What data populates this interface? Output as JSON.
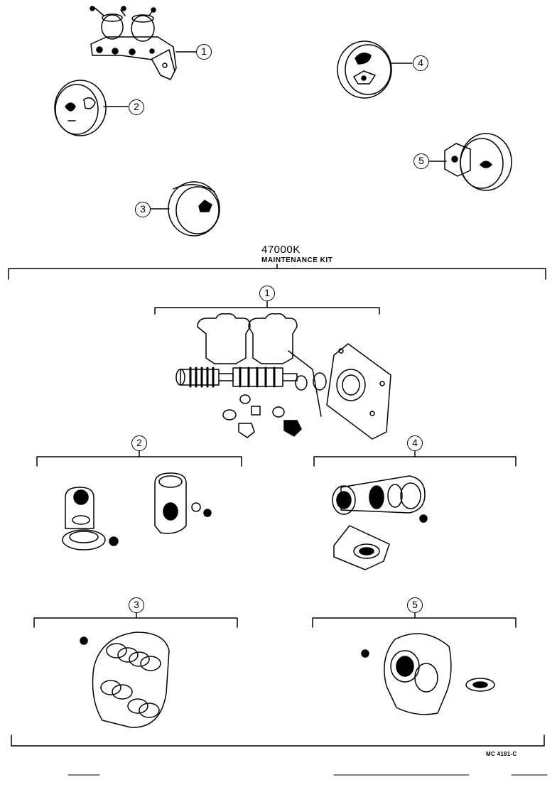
{
  "kit": {
    "part_number": "47000K",
    "name": "MAINTENANCE KIT"
  },
  "diagram_code": "MC  4181-C",
  "overview_callouts": [
    "1",
    "2",
    "3",
    "4",
    "5"
  ],
  "kit_groups": [
    {
      "label": "1"
    },
    {
      "label": "2"
    },
    {
      "label": "4"
    },
    {
      "label": "3"
    },
    {
      "label": "5"
    }
  ]
}
